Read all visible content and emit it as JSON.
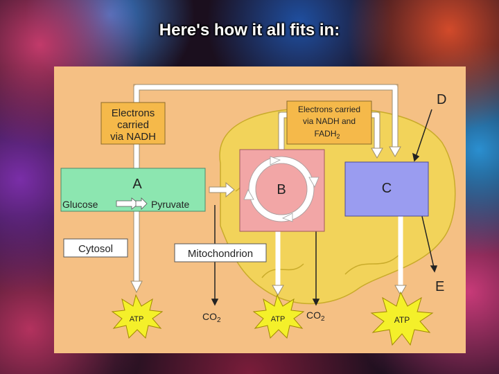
{
  "slide": {
    "title": "Here's how it all fits in:"
  },
  "diagram": {
    "labels": {
      "electrons_nadh_1": "Electrons",
      "electrons_nadh_2": "carried",
      "electrons_nadh_3": "via NADH",
      "electrons_fadh_1": "Electrons carried",
      "electrons_fadh_2": "via NADH and",
      "electrons_fadh_3": "FADH",
      "electrons_fadh_3_sub": "2",
      "d": "D",
      "e": "E",
      "a": "A",
      "b": "B",
      "c": "C",
      "glucose": "Glucose",
      "pyruvate": "Pyruvate",
      "cytosol": "Cytosol",
      "mitochondrion": "Mitochondrion",
      "atp_1": "ATP",
      "atp_2": "ATP",
      "atp_3": "ATP",
      "co2_1": "CO",
      "co2_1_sub": "2",
      "co2_2": "CO",
      "co2_2_sub": "2"
    },
    "colors": {
      "background": "#f5c084",
      "mitochondrion": "#f2d35a",
      "box_a": "#8ce6b0",
      "box_b": "#f2a6a6",
      "box_c": "#9a9cf0",
      "label_box": "#f5b94a",
      "atp_burst": "#f4f02a",
      "arrow": "#ffffff"
    }
  }
}
